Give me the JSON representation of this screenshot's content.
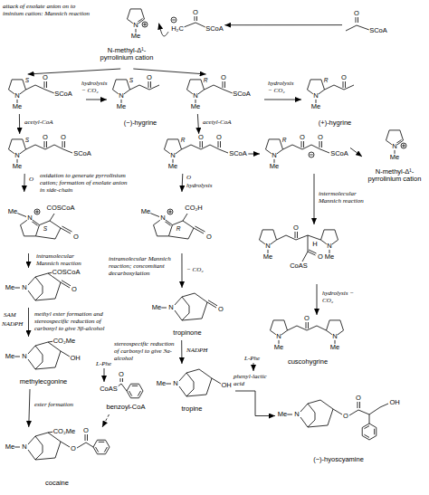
{
  "diagram": {
    "nodes": [
      {
        "text": [
          "N",
          "Me",
          "N-methyl-Δ¹-pyrrolinium cation"
        ]
      },
      {
        "text": [
          "O",
          "H₂C",
          "SCoA"
        ]
      },
      {
        "text": [
          "O",
          "SCoA"
        ]
      },
      {
        "text": [
          "N",
          "S",
          "O",
          "SCoA",
          "Me"
        ]
      },
      {
        "text": [
          "N",
          "S",
          "O",
          "Me",
          "(−)-hygrine"
        ]
      },
      {
        "text": [
          "N",
          "R",
          "O",
          "SCoA",
          "Me"
        ]
      },
      {
        "text": [
          "N",
          "R",
          "O",
          "Me",
          "(+)-hygrine"
        ]
      },
      {
        "text": [
          "N",
          "S",
          "O",
          "O",
          "SCoA",
          "Me"
        ]
      },
      {
        "text": [
          "N",
          "R",
          "O",
          "O",
          "SCoA",
          "Me"
        ]
      },
      {
        "text": [
          "N",
          "R",
          "O",
          "O",
          "SCoA",
          "Me"
        ]
      },
      {
        "text": [
          "N",
          "Me",
          "N-methyl-Δ¹-pyrrolinium cation"
        ]
      },
      {
        "text": [
          "N",
          "Me",
          "S",
          "COSCoA",
          "O"
        ]
      },
      {
        "text": [
          "N",
          "Me",
          "R",
          "CO₂H",
          "O"
        ]
      },
      {
        "text": [
          "N",
          "Me",
          "O",
          "CoAS",
          "O",
          "N",
          "H",
          "Me"
        ]
      },
      {
        "text": [
          "Me",
          "N",
          "COSCoA",
          "O"
        ]
      },
      {
        "text": [
          "Me",
          "N",
          "O",
          "tropinone"
        ]
      },
      {
        "text": [
          "N",
          "O",
          "N",
          "Me",
          "Me",
          "cuscohygrine"
        ]
      },
      {
        "text": [
          "Me",
          "N",
          "CO₂Me",
          "OH",
          "methylecgonine"
        ]
      },
      {
        "text": [
          "CoAS",
          "O",
          "benzoyl-CoA"
        ]
      },
      {
        "text": [
          "Me",
          "N",
          "OH",
          "tropine"
        ]
      },
      {
        "text": [
          "Me",
          "N",
          "O",
          "O",
          "OH",
          "(−)-hyoscyamine"
        ]
      },
      {
        "text": [
          "Me",
          "N",
          "CO₂Me",
          "O",
          "O",
          "cocaine"
        ]
      }
    ],
    "edges": [
      {
        "from": 2,
        "to": 1,
        "arrow": "to"
      },
      {
        "from": 0,
        "to": 3,
        "arrow": "to"
      },
      {
        "from": 0,
        "to": 5,
        "arrow": "to"
      },
      {
        "from": 3,
        "to": 4,
        "label": "hydrolysis − CO₂",
        "arrow": "to"
      },
      {
        "from": 5,
        "to": 6,
        "label": "hydrolysis − CO₂",
        "arrow": "to"
      },
      {
        "from": 3,
        "to": 7,
        "label": "acetyl-CoA",
        "arrow": "to"
      },
      {
        "from": 5,
        "to": 8,
        "label": "acetyl-CoA",
        "arrow": "to"
      },
      {
        "from": 8,
        "to": 9,
        "arrow": "to"
      },
      {
        "from": 7,
        "to": 11,
        "label": "oxidation to generate pyrrolinium cation; formation of enolate anion in side-chain",
        "arrow": "to"
      },
      {
        "from": 8,
        "to": 12,
        "label": "hydrolysis",
        "arrow": "to"
      },
      {
        "from": 9,
        "to": 13,
        "label": "intermolecular Mannich reaction",
        "arrow": "to"
      },
      {
        "from": 11,
        "to": 14,
        "label": "intramolecular Mannich reaction",
        "arrow": "to"
      },
      {
        "from": 12,
        "to": 15,
        "label": "intramolecular Mannich reaction; concomitant decarboxylation",
        "arrow": "to"
      },
      {
        "from": 13,
        "to": 16,
        "label": "hydrolysis − CO₂",
        "arrow": "to"
      },
      {
        "from": 14,
        "to": 17,
        "label": "methyl ester formation and stereospecific reduction of carbonyl to give 3β-alcohol",
        "arrow": "to"
      },
      {
        "from": 15,
        "to": 19,
        "label": "stereospecific reduction of carbonyl to give 3α-alcohol",
        "arrow": "to"
      },
      {
        "from": 19,
        "to": 20,
        "label": "phenyl-lactic acid",
        "arrow": "to"
      },
      {
        "from": 17,
        "to": 21,
        "label": "ester formation",
        "arrow": "to"
      },
      {
        "from": 18,
        "to": 21,
        "arrow": "to"
      },
      {
        "from": 9,
        "to": 10,
        "arrow": "to"
      },
      {
        "from": 1,
        "to": 0,
        "arrow": "to"
      }
    ],
    "labels": [
      "attack of enolate anion on to iminium cation: Mannich reaction",
      "O",
      "O",
      "− CO₂",
      "SAM",
      "NADPH",
      "NADPH",
      "L-Phe",
      "L-Phe"
    ]
  }
}
